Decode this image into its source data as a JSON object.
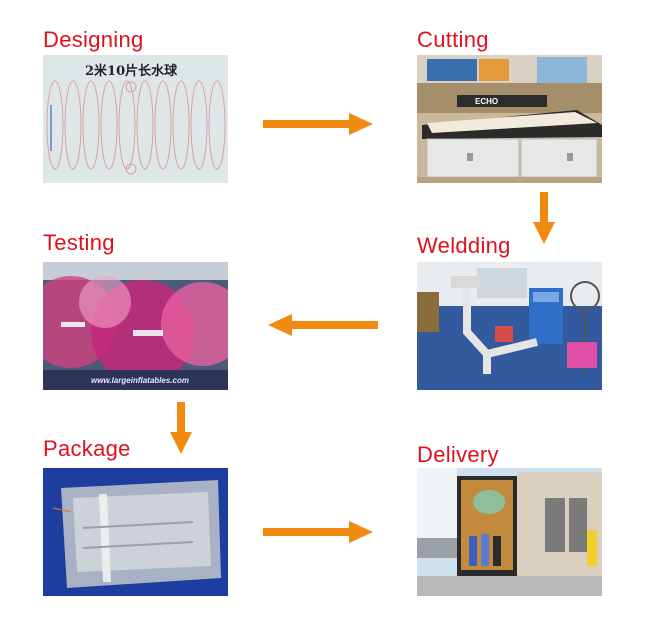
{
  "steps": {
    "designing": {
      "label": "Designing",
      "diagram_text": "2米10片长水球"
    },
    "cutting": {
      "label": "Cutting",
      "machine_text": "ECHO"
    },
    "welding": {
      "label": "Weldding"
    },
    "testing": {
      "label": "Testing",
      "watermark": "www.largeinflatables.com"
    },
    "package": {
      "label": "Package"
    },
    "delivery": {
      "label": "Delivery"
    }
  },
  "colors": {
    "label": "#e1101f",
    "arrow": "#f28a12"
  },
  "arrows": [
    {
      "from": "designing",
      "to": "cutting",
      "direction": "right"
    },
    {
      "from": "cutting",
      "to": "welding",
      "direction": "down"
    },
    {
      "from": "welding",
      "to": "testing",
      "direction": "left"
    },
    {
      "from": "testing",
      "to": "package",
      "direction": "down"
    },
    {
      "from": "package",
      "to": "delivery",
      "direction": "right"
    }
  ]
}
